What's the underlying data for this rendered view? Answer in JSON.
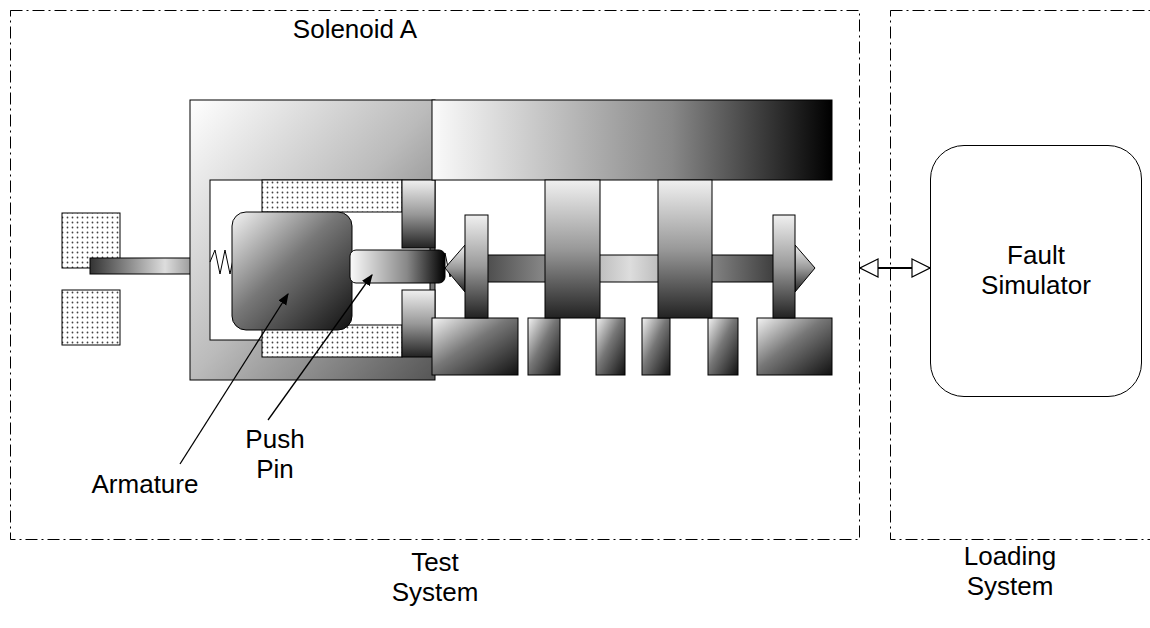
{
  "diagram": {
    "nodes": [
      {
        "text": [
          "Test System"
        ]
      },
      {
        "text": [
          "Loading System"
        ]
      },
      {
        "text": [
          "Fault Simulator"
        ],
        "in": 1
      }
    ],
    "edges": [
      {
        "from": 0,
        "to": 2,
        "arrow": "both"
      }
    ],
    "labels": [
      "Solenoid A",
      "Armature",
      "Push Pin"
    ]
  }
}
